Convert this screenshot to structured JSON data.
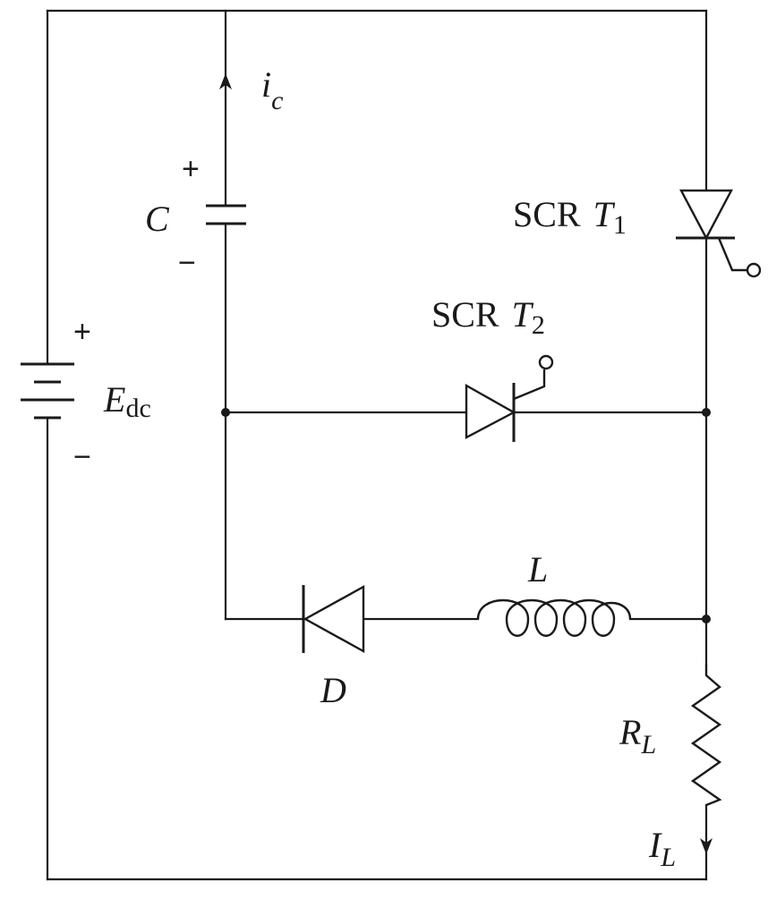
{
  "labels": {
    "ic_main": "i",
    "ic_sub": "c",
    "cap": "C",
    "cap_plus": "+",
    "cap_minus": "−",
    "scr1_prefix": "SCR",
    "scr1_main": "T",
    "scr1_sub": "1",
    "scr2_prefix": "SCR",
    "scr2_main": "T",
    "scr2_sub": "2",
    "src_plus": "+",
    "src_minus": "−",
    "src_main": "E",
    "src_sub": "dc",
    "inductor": "L",
    "diode": "D",
    "res_main": "R",
    "res_sub": "L",
    "iload_main": "I",
    "iload_sub": "L"
  },
  "colors": {
    "stroke": "#1a1a1a",
    "background": "#ffffff"
  }
}
